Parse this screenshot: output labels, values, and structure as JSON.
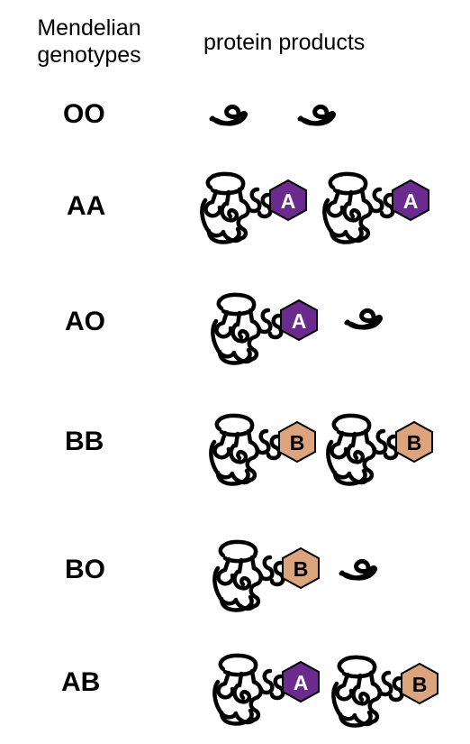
{
  "headers": {
    "genotypes_line1": "Mendelian",
    "genotypes_line2": "genotypes",
    "products": "protein products"
  },
  "colors": {
    "antigen_a": "#6b2b8e",
    "antigen_b": "#dca47c",
    "outline": "#000000"
  },
  "rows": [
    {
      "genotype": "OO",
      "products": [
        {
          "kind": "truncated"
        },
        {
          "kind": "truncated"
        }
      ]
    },
    {
      "genotype": "AA",
      "products": [
        {
          "kind": "enzyme",
          "antigen": "A"
        },
        {
          "kind": "enzyme",
          "antigen": "A"
        }
      ]
    },
    {
      "genotype": "AO",
      "products": [
        {
          "kind": "enzyme",
          "antigen": "A"
        },
        {
          "kind": "truncated"
        }
      ]
    },
    {
      "genotype": "BB",
      "products": [
        {
          "kind": "enzyme",
          "antigen": "B"
        },
        {
          "kind": "enzyme",
          "antigen": "B"
        }
      ]
    },
    {
      "genotype": "BO",
      "products": [
        {
          "kind": "enzyme",
          "antigen": "B"
        },
        {
          "kind": "truncated"
        }
      ]
    },
    {
      "genotype": "AB",
      "products": [
        {
          "kind": "enzyme",
          "antigen": "A"
        },
        {
          "kind": "enzyme",
          "antigen": "B"
        }
      ]
    }
  ]
}
